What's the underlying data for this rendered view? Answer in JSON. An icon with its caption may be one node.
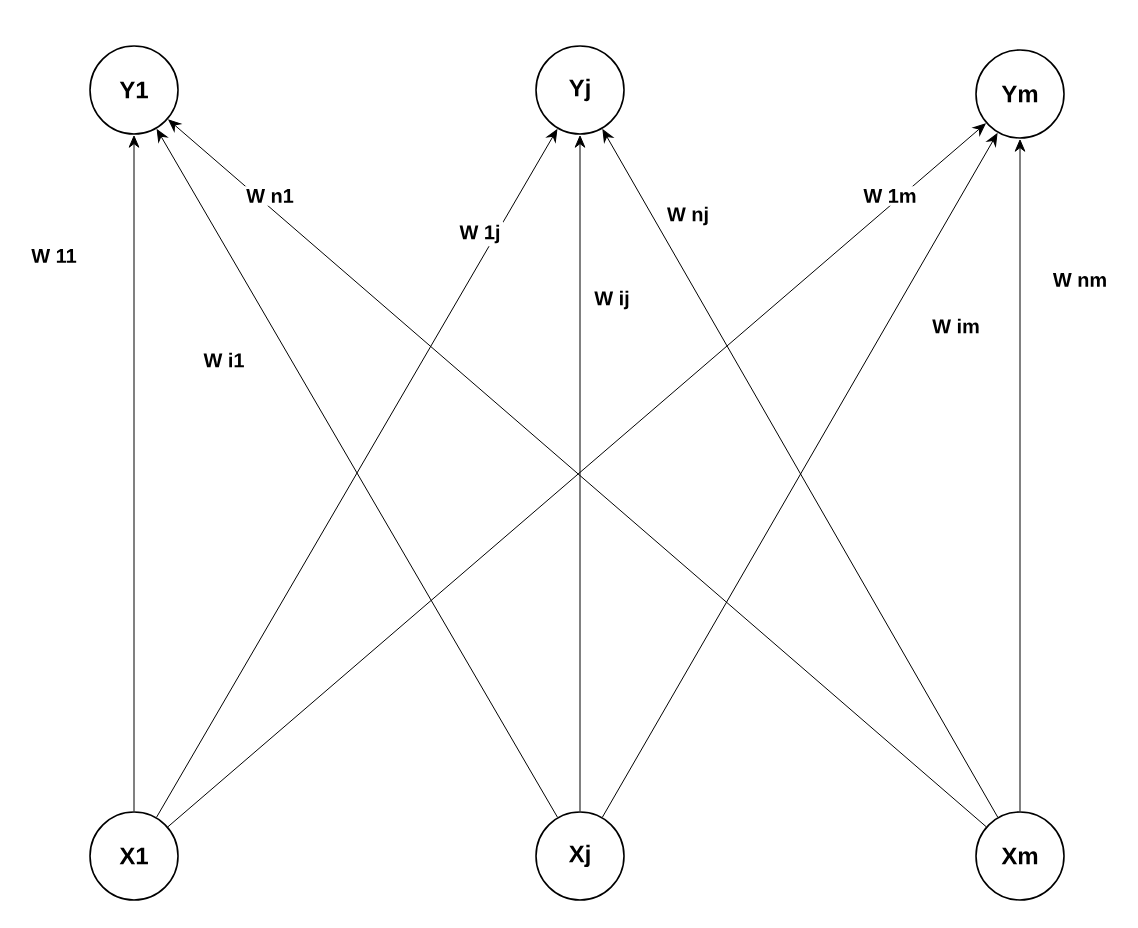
{
  "diagram": {
    "nodes": [
      {
        "text": [
          "Y1"
        ]
      },
      {
        "text": [
          "Yj"
        ]
      },
      {
        "text": [
          "Ym"
        ]
      },
      {
        "text": [
          "X1"
        ]
      },
      {
        "text": [
          "Xj"
        ]
      },
      {
        "text": [
          "Xm"
        ]
      }
    ],
    "edges": [
      {
        "from": 3,
        "to": 0,
        "arrow": "to",
        "label": "W 11"
      },
      {
        "from": 4,
        "to": 0,
        "arrow": "to",
        "label": "W i1"
      },
      {
        "from": 5,
        "to": 0,
        "arrow": "to",
        "label": "W n1"
      },
      {
        "from": 3,
        "to": 1,
        "arrow": "to",
        "label": "W 1j"
      },
      {
        "from": 4,
        "to": 1,
        "arrow": "to",
        "label": "W ij"
      },
      {
        "from": 5,
        "to": 1,
        "arrow": "to",
        "label": "W nj"
      },
      {
        "from": 3,
        "to": 2,
        "arrow": "to",
        "label": "W 1m"
      },
      {
        "from": 4,
        "to": 2,
        "arrow": "to",
        "label": "W im"
      },
      {
        "from": 5,
        "to": 2,
        "arrow": "to",
        "label": "W nm"
      }
    ]
  }
}
